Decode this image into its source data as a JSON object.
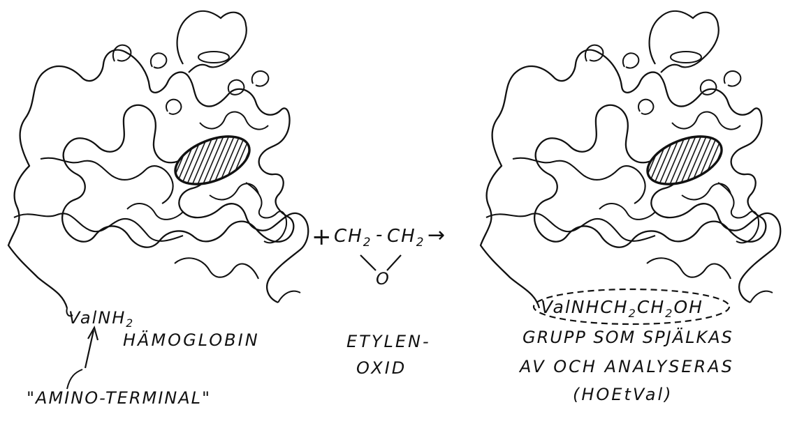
{
  "left_molecule": {
    "terminal_label": "ValNH",
    "terminal_subscript": "2",
    "name": "HÄMOGLOBIN",
    "annotation": "\"AMINO-TERMINAL\""
  },
  "reaction": {
    "plus": "+",
    "group_a": "CH",
    "group_a_sub": "2",
    "bond": "-",
    "group_b": "CH",
    "group_b_sub": "2",
    "oxygen": "O",
    "arrow": "→",
    "reagent_line1": "ETYLEN-",
    "reagent_line2": "OXID"
  },
  "right_molecule": {
    "product_p1": "ValNHCH",
    "product_sub1": "2",
    "product_p2": "CH",
    "product_sub2": "2",
    "product_p3": "OH",
    "caption_line1": "GRUPP SOM SPJÄLKAS",
    "caption_line2": "AV OCH ANALYSERAS",
    "caption_line3": "(HOEtVal)"
  },
  "colors": {
    "ink": "#111111",
    "heme_fill": "#3a3a3a"
  }
}
